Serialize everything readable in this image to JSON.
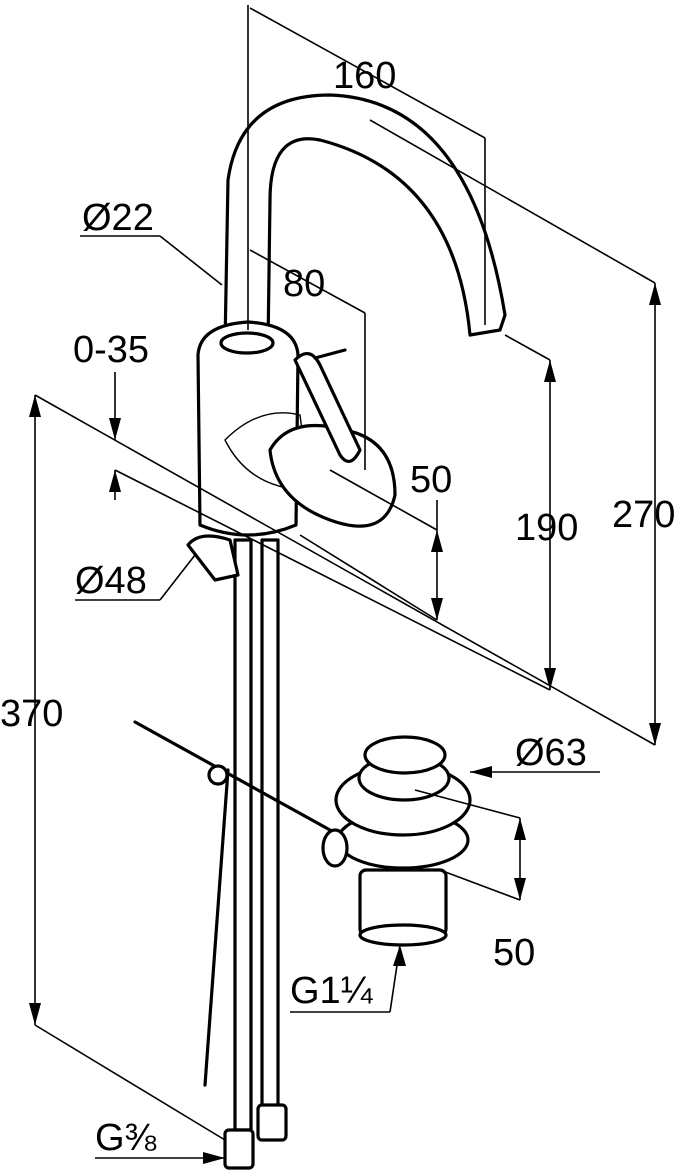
{
  "drawing": {
    "dimensions": {
      "spout_reach": "160",
      "spout_diameter": "Ø22",
      "handle_offset": "80",
      "deck_thickness": "0-35",
      "handle_height": "50",
      "spout_height": "190",
      "total_height": "270",
      "body_diameter": "Ø48",
      "hose_length": "370",
      "waste_diameter": "Ø63",
      "waste_height": "50",
      "waste_thread": "G1¼",
      "hose_thread": "G⅜"
    }
  }
}
